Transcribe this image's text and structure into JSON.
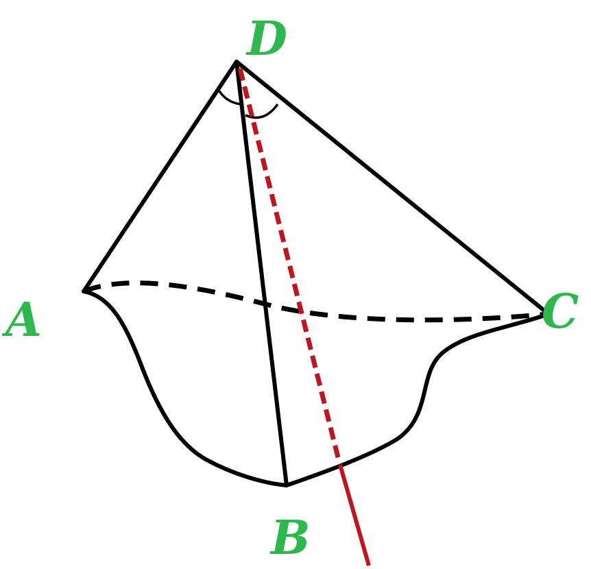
{
  "diagram": {
    "vertices": {
      "apex": {
        "label": "D"
      },
      "left": {
        "label": "A"
      },
      "right": {
        "label": "C"
      },
      "bottom": {
        "label": "B"
      }
    },
    "colors": {
      "edge": "#000000",
      "label": "#2db84d",
      "axis": "#c0141e",
      "background": "#ffffff"
    }
  }
}
